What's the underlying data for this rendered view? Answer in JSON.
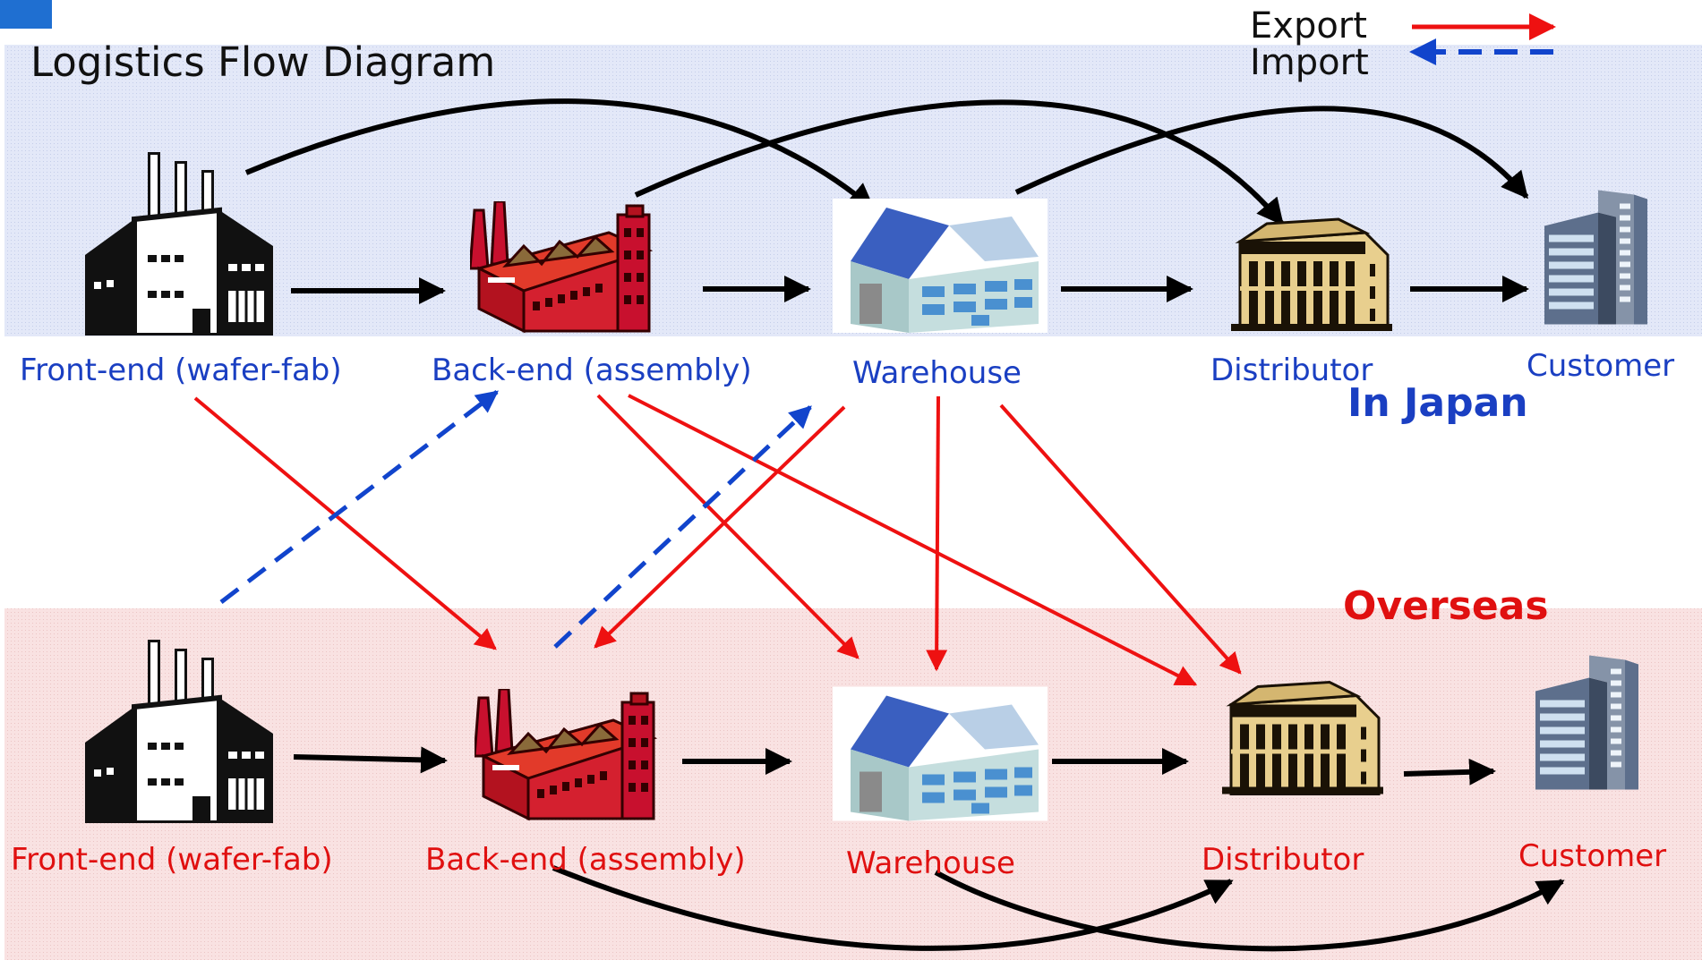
{
  "title": "Logistics Flow Diagram",
  "legend": {
    "export": {
      "label": "Export",
      "color": "#ee1111",
      "style": "solid"
    },
    "import": {
      "label": "Import",
      "color": "#1144cc",
      "style": "dashed"
    }
  },
  "regions": {
    "japan": {
      "label": "In Japan",
      "label_color": "#1a3fc2",
      "fill": "#dfe5f7"
    },
    "overseas": {
      "label": "Overseas",
      "label_color": "#e01010",
      "fill": "#f8dede"
    }
  },
  "colors": {
    "domestic_flow": "#000000",
    "japan_label": "#1a3fc2",
    "overseas_label": "#e01010",
    "accent_square": "#1f6fd1"
  },
  "nodes": {
    "japan": [
      {
        "key": "frontend",
        "label": "Front-end (wafer-fab)",
        "icon": "factory-icon"
      },
      {
        "key": "backend",
        "label": "Back-end (assembly)",
        "icon": "assembly-plant-icon"
      },
      {
        "key": "warehouse",
        "label": "Warehouse",
        "icon": "warehouse-icon"
      },
      {
        "key": "distributor",
        "label": "Distributor",
        "icon": "distributor-building-icon"
      },
      {
        "key": "customer",
        "label": "Customer",
        "icon": "office-tower-icon"
      }
    ],
    "overseas": [
      {
        "key": "frontend",
        "label": "Front-end (wafer-fab)",
        "icon": "factory-icon"
      },
      {
        "key": "backend",
        "label": "Back-end (assembly)",
        "icon": "assembly-plant-icon"
      },
      {
        "key": "warehouse",
        "label": "Warehouse",
        "icon": "warehouse-icon"
      },
      {
        "key": "distributor",
        "label": "Distributor",
        "icon": "distributor-building-icon"
      },
      {
        "key": "customer",
        "label": "Customer",
        "icon": "office-tower-icon"
      }
    ]
  },
  "flows": [
    {
      "from": "japan.frontend",
      "to": "japan.backend",
      "kind": "domestic"
    },
    {
      "from": "japan.backend",
      "to": "japan.warehouse",
      "kind": "domestic"
    },
    {
      "from": "japan.warehouse",
      "to": "japan.distributor",
      "kind": "domestic"
    },
    {
      "from": "japan.distributor",
      "to": "japan.customer",
      "kind": "domestic"
    },
    {
      "from": "japan.frontend",
      "to": "japan.warehouse",
      "kind": "domestic"
    },
    {
      "from": "japan.backend",
      "to": "japan.distributor",
      "kind": "domestic"
    },
    {
      "from": "japan.warehouse",
      "to": "japan.customer",
      "kind": "domestic"
    },
    {
      "from": "overseas.frontend",
      "to": "overseas.backend",
      "kind": "domestic"
    },
    {
      "from": "overseas.backend",
      "to": "overseas.warehouse",
      "kind": "domestic"
    },
    {
      "from": "overseas.warehouse",
      "to": "overseas.distributor",
      "kind": "domestic"
    },
    {
      "from": "overseas.distributor",
      "to": "overseas.customer",
      "kind": "domestic"
    },
    {
      "from": "overseas.backend",
      "to": "overseas.distributor",
      "kind": "domestic"
    },
    {
      "from": "overseas.warehouse",
      "to": "overseas.customer",
      "kind": "domestic"
    },
    {
      "from": "japan.frontend",
      "to": "overseas.backend",
      "kind": "export"
    },
    {
      "from": "japan.backend",
      "to": "overseas.warehouse",
      "kind": "export"
    },
    {
      "from": "japan.backend",
      "to": "overseas.distributor",
      "kind": "export"
    },
    {
      "from": "japan.warehouse",
      "to": "overseas.backend",
      "kind": "export"
    },
    {
      "from": "japan.warehouse",
      "to": "overseas.warehouse",
      "kind": "export"
    },
    {
      "from": "japan.warehouse",
      "to": "overseas.distributor",
      "kind": "export"
    },
    {
      "from": "overseas.frontend",
      "to": "japan.backend",
      "kind": "import"
    },
    {
      "from": "overseas.backend",
      "to": "japan.warehouse",
      "kind": "import"
    }
  ]
}
